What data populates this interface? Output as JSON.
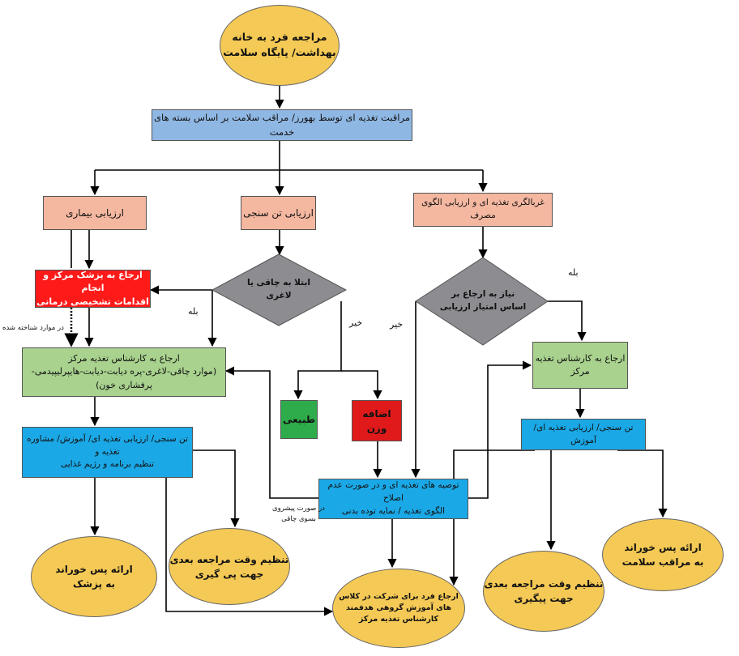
{
  "nodes": {
    "start": {
      "line1": "مراجعه فرد به خانه",
      "line2": "بهداشت/ پایگاه سلامت"
    },
    "care": "مراقبت تغذیه ای توسط بهورز/ مراقب سلامت بر اساس بسته های خدمت",
    "disease_eval": "ارزیابی بیماری",
    "anthro_eval": "ارزیابی تن سنجی",
    "screening": "غربالگری تغذیه ای و ارزیابی الگوی مصرف",
    "refer_physician": {
      "line1": "ارجاع به پزشک مرکز و انجام",
      "line2": "اقدامات تشخیصی درمانی"
    },
    "obesity_decision": {
      "line1": "ابتلا به چاقی یا",
      "line2": "لاغری"
    },
    "need_referral_decision": {
      "line1": "نیاز به ارجاع بر",
      "line2": "اساس امتیاز ارزیابی"
    },
    "refer_nutritionist_left": {
      "line1": "ارجاع به کارشناس تغذیه مرکز",
      "line2": "(موارد چاقی-لاغری-پره دیابت-دیابت-هایپرلیپیدمی- پرفشاری خون)"
    },
    "refer_nutritionist_right": "ارجاع به کارشناس تغذیه مرکز",
    "normal": "طبیعی",
    "weight_gain": "اضافه وزن",
    "counseling_left": {
      "line1": "تن سنجی/ ارزیابی تغذیه ای/ آموزش/ مشاوره تغذیه و",
      "line2": "تنظیم برنامه و رژیم غذایی"
    },
    "counseling_right": "تن سنجی/ ارزیابی تغذیه ای/ آموزش",
    "recommendations": {
      "line1": "توصیه های تغذیه ای و در صورت عدم اصلاح",
      "line2": "الگوی تغذیه / نمایه توده بدنی"
    },
    "feedback_physician": {
      "line1": "ارائه پس خوراند",
      "line2": "به پزشک"
    },
    "followup_left": {
      "line1": "تنظیم وقت مراجعه بعدی",
      "line2": "جهت پی گیری"
    },
    "group_class": {
      "line1": "ارجاع فرد برای شرکت در کلاس",
      "line2": "های آموزش گروهی هدفمند",
      "line3": "کارشناس تغذیه مرکز"
    },
    "followup_right": {
      "line1": "تنظیم وقت مراجعه بعدی",
      "line2": "جهت پیگیری"
    },
    "feedback_caregiver": {
      "line1": "ارائه پس خوراند",
      "line2": "به مراقب سلامت"
    }
  },
  "edge_labels": {
    "yes_left": "بله",
    "no_left": "خیر",
    "no_right": "خیر",
    "yes_right": "بله",
    "diagnosed_cases": "در موارد شناخته شده",
    "progress": {
      "line1": "در صورت پیشروی",
      "line2": "بسوی چاقی"
    }
  }
}
